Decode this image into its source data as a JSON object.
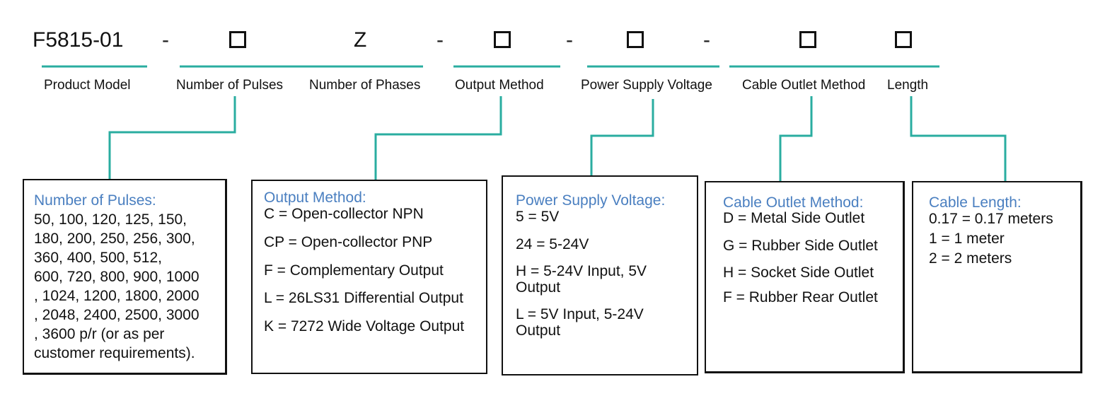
{
  "code_row": {
    "model": "F5815-01",
    "dash": "-",
    "phase_code": "Z"
  },
  "labels": {
    "product_model": "Product Model",
    "number_of_pulses": "Number of Pulses",
    "number_of_phases": "Number of Phases",
    "output_method": "Output Method",
    "power_supply_voltage": "Power Supply Voltage",
    "cable_outlet_method": "Cable Outlet Method",
    "length": "Length"
  },
  "boxes": {
    "pulses": {
      "title": "Number of Pulses:",
      "lines": [
        "50, 100, 120, 125, 150,",
        "180, 200, 250, 256, 300,",
        "360, 400, 500, 512,",
        "600, 720, 800, 900, 1000",
        ", 1024, 1200, 1800, 2000",
        ", 2048, 2400, 2500, 3000",
        ", 3600 p/r (or as per",
        "customer requirements)."
      ]
    },
    "output": {
      "title": "Output Method:",
      "lines": [
        "C = Open-collector NPN",
        "CP = Open-collector PNP",
        "F = Complementary Output",
        "L = 26LS31 Differential Output",
        "K = 7272 Wide Voltage Output"
      ]
    },
    "voltage": {
      "title": "Power Supply Voltage:",
      "lines": [
        "5 = 5V",
        "24 = 5-24V",
        "H = 5-24V Input, 5V",
        "Output",
        "L = 5V Input, 5-24V",
        "Output"
      ]
    },
    "cable": {
      "title": "Cable Outlet Method:",
      "lines": [
        "D = Metal Side Outlet",
        "G = Rubber Side Outlet",
        "H = Socket Side Outlet",
        "F = Rubber Rear Outlet"
      ]
    },
    "length": {
      "title": "Cable Length:",
      "lines": [
        "0.17 = 0.17 meters",
        "1 = 1 meter",
        "2 = 2 meters"
      ]
    }
  },
  "colors": {
    "connector": "#2aada0",
    "box_title": "#4a7fc0"
  }
}
